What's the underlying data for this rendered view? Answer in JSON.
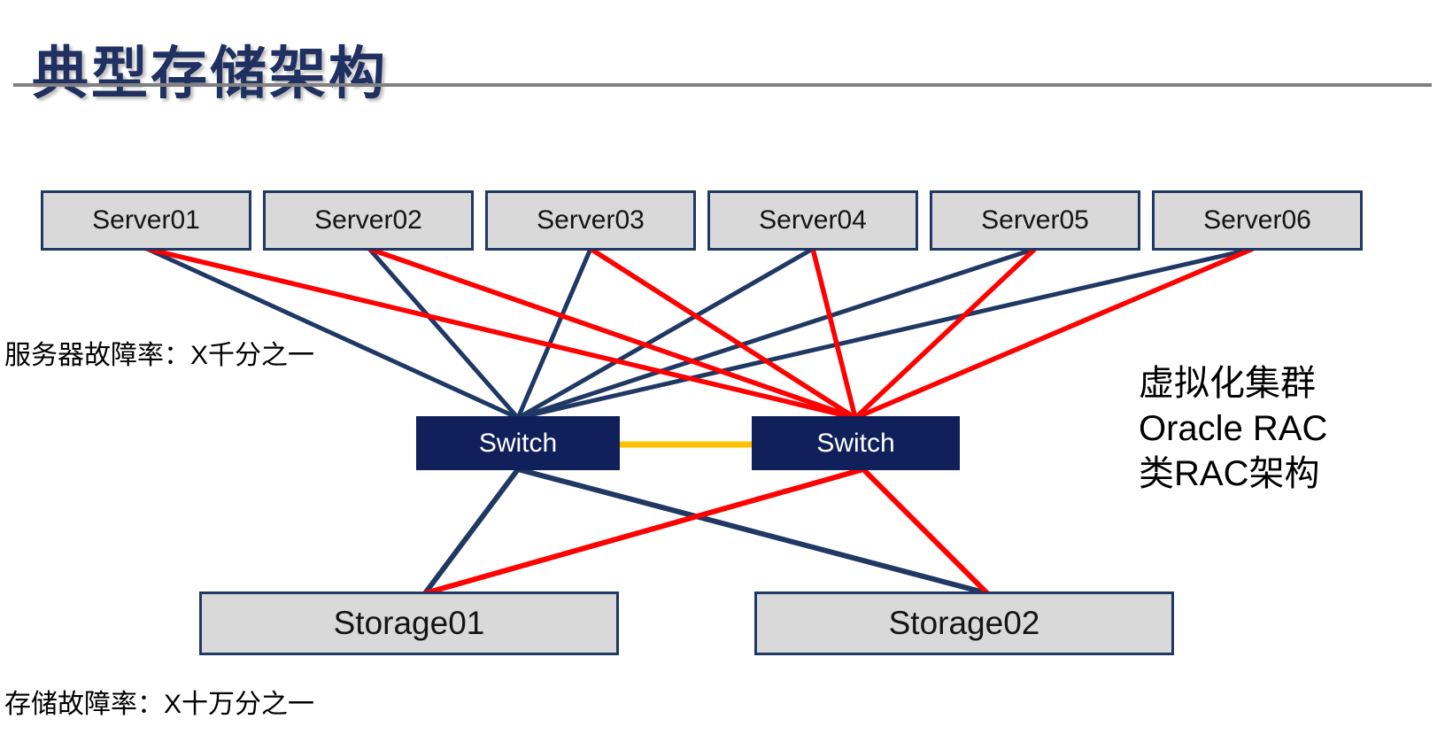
{
  "title": "典型存储架构",
  "annotations": {
    "server_failure_rate": "服务器故障率：X千分之一",
    "storage_failure_rate": "存储故障率：X十万分之一",
    "cluster_note_line1": "虚拟化集群",
    "cluster_note_line2": "Oracle RAC",
    "cluster_note_line3": "类RAC架构"
  },
  "nodes": {
    "servers": [
      "Server01",
      "Server02",
      "Server03",
      "Server04",
      "Server05",
      "Server06"
    ],
    "switches": [
      "Switch",
      "Switch"
    ],
    "storages": [
      "Storage01",
      "Storage02"
    ]
  },
  "colors": {
    "title_navy": "#1F3061",
    "link_navy": "#1F3864",
    "link_red": "#FF0000",
    "switch_link_yellow": "#FFC000",
    "node_fill_gray": "#D9D9D9",
    "switch_fill_navy": "#10205A",
    "divider_gray": "#808080"
  },
  "connections": [
    {
      "from": "Server01",
      "to": "Switch-A",
      "color": "#1F3864"
    },
    {
      "from": "Server02",
      "to": "Switch-A",
      "color": "#1F3864"
    },
    {
      "from": "Server03",
      "to": "Switch-A",
      "color": "#1F3864"
    },
    {
      "from": "Server04",
      "to": "Switch-A",
      "color": "#1F3864"
    },
    {
      "from": "Server05",
      "to": "Switch-A",
      "color": "#1F3864"
    },
    {
      "from": "Server06",
      "to": "Switch-A",
      "color": "#1F3864"
    },
    {
      "from": "Server01",
      "to": "Switch-B",
      "color": "#FF0000"
    },
    {
      "from": "Server02",
      "to": "Switch-B",
      "color": "#FF0000"
    },
    {
      "from": "Server03",
      "to": "Switch-B",
      "color": "#FF0000"
    },
    {
      "from": "Server04",
      "to": "Switch-B",
      "color": "#FF0000"
    },
    {
      "from": "Server05",
      "to": "Switch-B",
      "color": "#FF0000"
    },
    {
      "from": "Server06",
      "to": "Switch-B",
      "color": "#FF0000"
    },
    {
      "from": "Switch-A",
      "to": "Switch-B",
      "color": "#FFC000"
    },
    {
      "from": "Switch-A",
      "to": "Storage01",
      "color": "#1F3864"
    },
    {
      "from": "Switch-A",
      "to": "Storage02",
      "color": "#1F3864"
    },
    {
      "from": "Switch-B",
      "to": "Storage01",
      "color": "#FF0000"
    },
    {
      "from": "Switch-B",
      "to": "Storage02",
      "color": "#FF0000"
    }
  ]
}
